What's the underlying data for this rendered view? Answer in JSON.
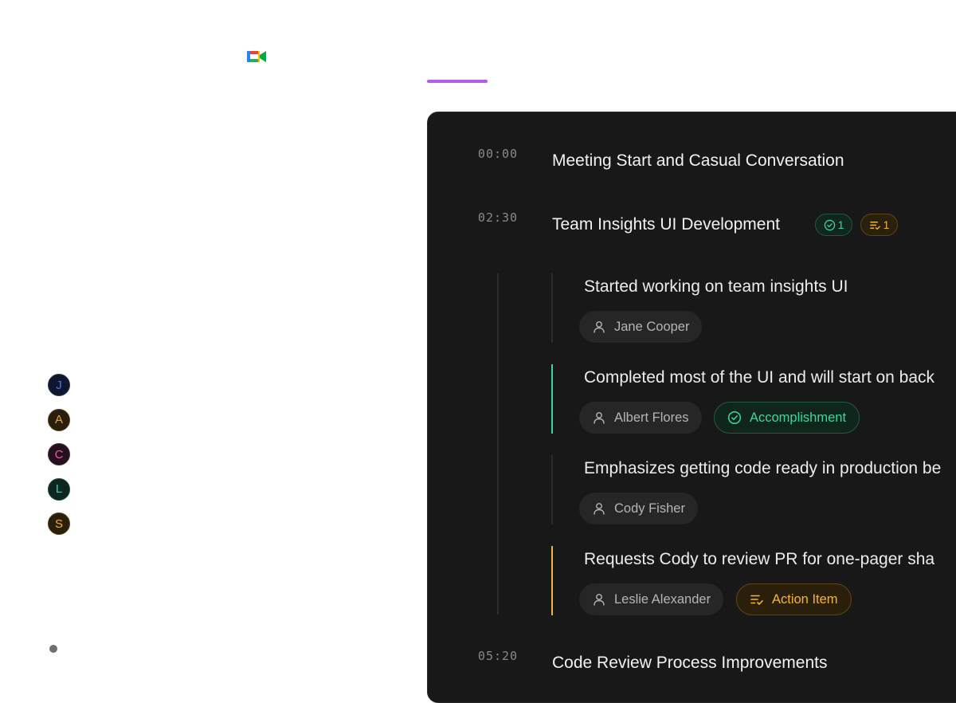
{
  "avatars": [
    {
      "initial": "J",
      "color": "#4a78f0"
    },
    {
      "initial": "A",
      "color": "#f0a33a"
    },
    {
      "initial": "C",
      "color": "#e85aa8"
    },
    {
      "initial": "L",
      "color": "#36d3a5"
    },
    {
      "initial": "S",
      "color": "#f0b43a"
    }
  ],
  "accent_purple": "#b65cf5",
  "timeline": {
    "sections": [
      {
        "time": "00:00",
        "title": "Meeting Start and Casual Conversation"
      },
      {
        "time": "02:30",
        "title": "Team Insights UI Development",
        "badge_accomplishments": "1",
        "badge_actions": "1"
      },
      {
        "time": "05:20",
        "title": "Code Review Process Improvements"
      }
    ],
    "items": [
      {
        "text": "Started working on team insights UI",
        "person": "Jane Cooper"
      },
      {
        "text": "Completed most of the UI and will start on back",
        "person": "Albert Flores",
        "tag": "Accomplishment"
      },
      {
        "text": "Emphasizes getting code ready in production be",
        "person": "Cody Fisher"
      },
      {
        "text": "Requests Cody to review PR for one-pager sha",
        "person": "Leslie Alexander",
        "tag": "Action Item"
      }
    ]
  },
  "colors": {
    "accomplishment": "#3fd69a",
    "action_item": "#f3b634"
  }
}
